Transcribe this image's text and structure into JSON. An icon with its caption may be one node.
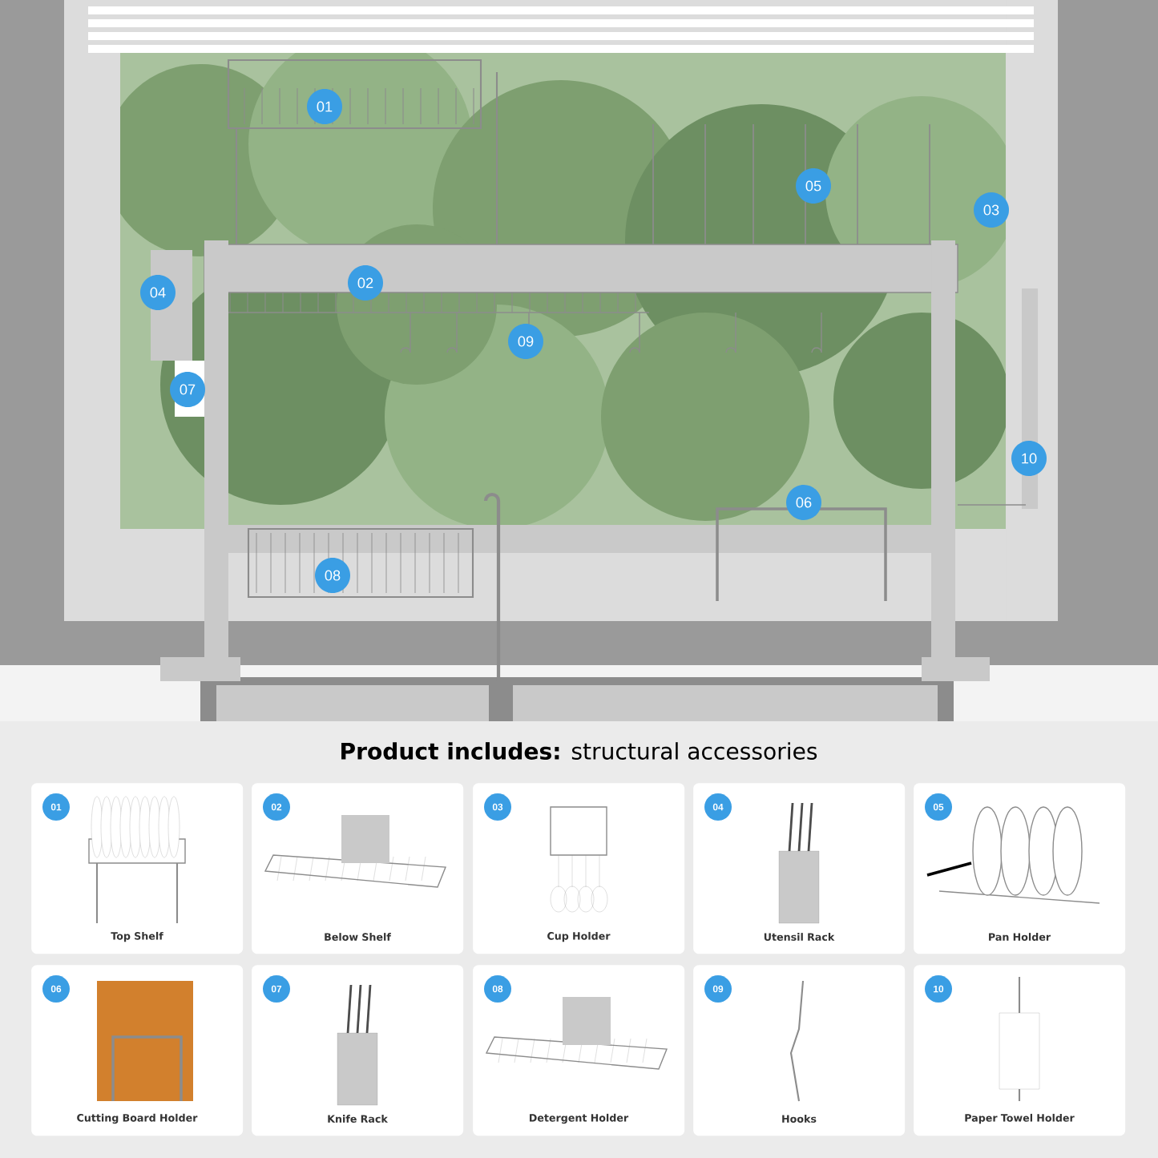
{
  "diagram": {
    "title": "**Product includes:** structural accessories",
    "nodes": [
      {
        "text": [
          "01",
          "Top Shelf"
        ]
      },
      {
        "text": [
          "02",
          "Below Shelf"
        ]
      },
      {
        "text": [
          "03",
          "Cup Holder"
        ]
      },
      {
        "text": [
          "04",
          "Utensil Rack"
        ]
      },
      {
        "text": [
          "05",
          "Pan Holder"
        ]
      },
      {
        "text": [
          "06",
          "Cutting Board Holder"
        ]
      },
      {
        "text": [
          "07",
          "Knife Rack"
        ]
      },
      {
        "text": [
          "08",
          "Detergent Holder"
        ]
      },
      {
        "text": [
          "09",
          "Hooks"
        ]
      },
      {
        "text": [
          "10",
          "Paper Towel Holder"
        ]
      }
    ],
    "labels": [
      "01",
      "05",
      "03",
      "02",
      "04",
      "09",
      "07",
      "10",
      "06",
      "08"
    ]
  }
}
